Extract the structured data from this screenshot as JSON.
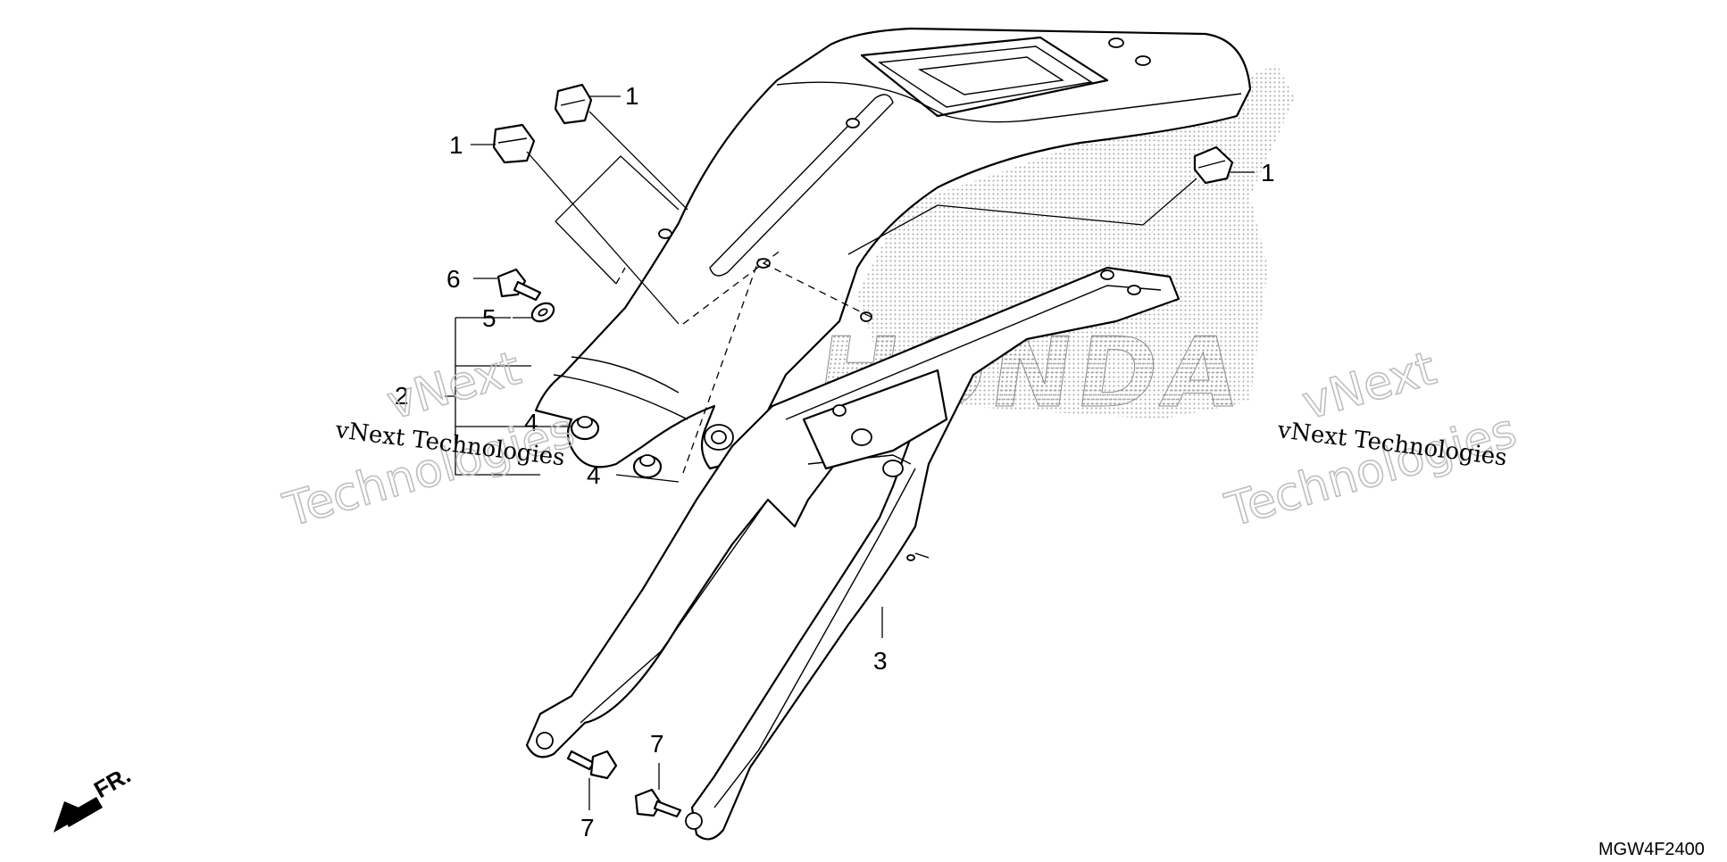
{
  "callouts": [
    {
      "id": "c1a",
      "text": "1"
    },
    {
      "id": "c1b",
      "text": "1"
    },
    {
      "id": "c1c",
      "text": "1"
    },
    {
      "id": "c2",
      "text": "2"
    },
    {
      "id": "c3",
      "text": "3"
    },
    {
      "id": "c4a",
      "text": "4"
    },
    {
      "id": "c4b",
      "text": "4"
    },
    {
      "id": "c5",
      "text": "5"
    },
    {
      "id": "c6",
      "text": "6"
    },
    {
      "id": "c7a",
      "text": "7"
    },
    {
      "id": "c7b",
      "text": "7"
    }
  ],
  "watermarks": {
    "left_small": "vNext Technologies",
    "left_big_1": "vNext",
    "left_big_2": "Technologies",
    "right_small": "vNext Technologies",
    "right_big_1": "vNext",
    "right_big_2": "Technologies",
    "brand_pattern": "HONDA"
  },
  "front_indicator": "FR.",
  "diagram_code": "MGW4F2400",
  "colors": {
    "line": "#000000",
    "background": "#ffffff",
    "halftone": "#9a9a9a",
    "watermark": "#bfbfbf"
  }
}
